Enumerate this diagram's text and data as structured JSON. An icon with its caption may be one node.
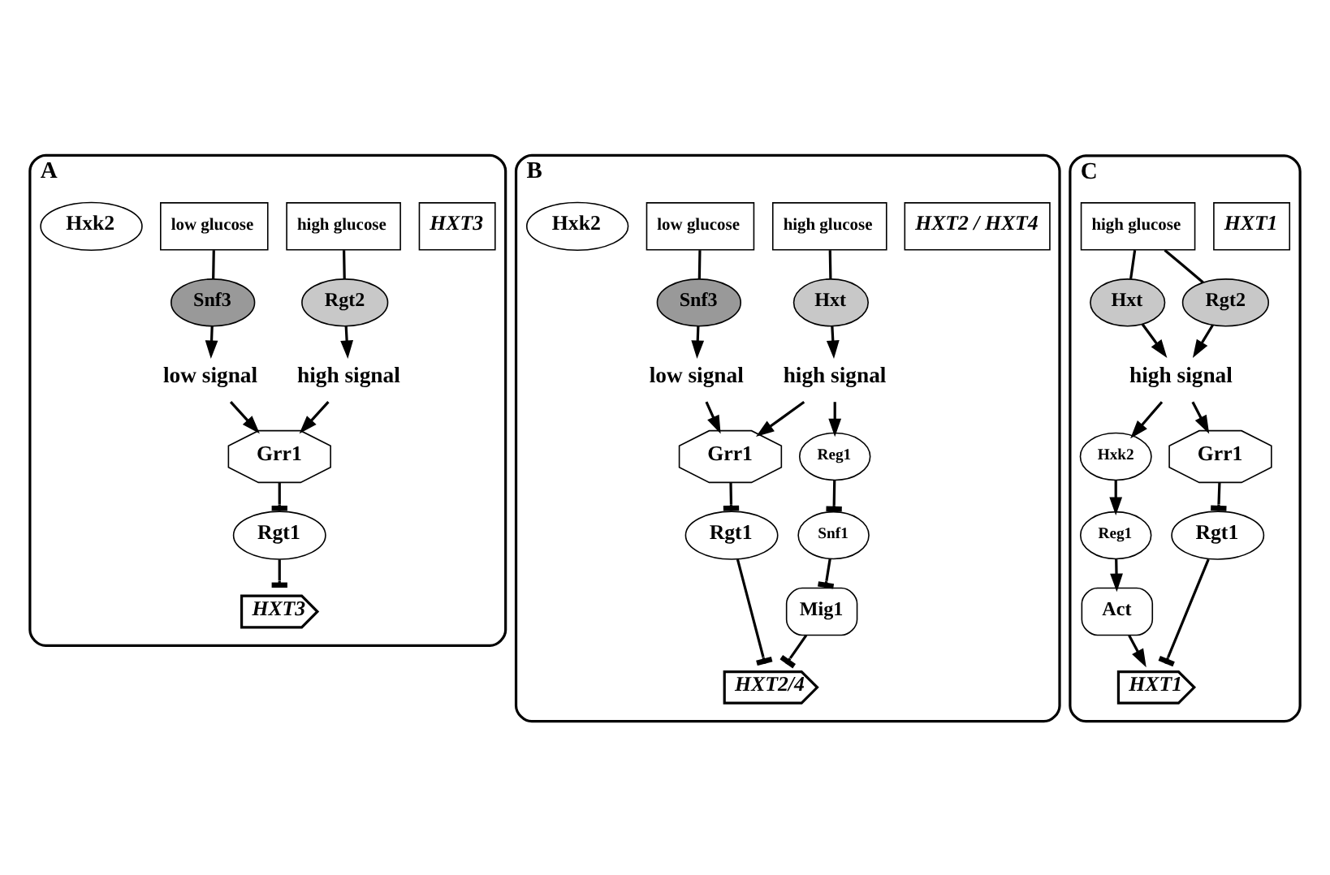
{
  "diagram": {
    "nodes": [
      {
        "text": [
          "A"
        ]
      },
      {
        "text": [
          "HXT3"
        ],
        "in": 0
      },
      {
        "text": [
          "high glucose"
        ],
        "in": 0
      },
      {
        "text": [
          "low glucose"
        ],
        "in": 0
      },
      {
        "text": [
          "Rgt2"
        ],
        "in": 0
      },
      {
        "text": [
          "Snf3"
        ],
        "in": 0
      },
      {
        "text": [
          "Hxk2"
        ],
        "in": 0
      },
      {
        "text": [
          "high signal"
        ],
        "in": 0
      },
      {
        "text": [
          "low signal"
        ],
        "in": 0
      },
      {
        "text": [
          "Grr1"
        ],
        "in": 0
      },
      {
        "text": [
          "Rgt1"
        ],
        "in": 0
      },
      {
        "text": [
          "HXT3"
        ],
        "in": 0
      },
      {
        "text": [
          "B"
        ]
      },
      {
        "text": [
          "HXT2 / HXT4"
        ],
        "in": 12
      },
      {
        "text": [
          "high glucose"
        ],
        "in": 12
      },
      {
        "text": [
          "low glucose"
        ],
        "in": 12
      },
      {
        "text": [
          "Hxt"
        ],
        "in": 12
      },
      {
        "text": [
          "Snf3"
        ],
        "in": 12
      },
      {
        "text": [
          "Hxk2"
        ],
        "in": 12
      },
      {
        "text": [
          "high signal"
        ],
        "in": 12
      },
      {
        "text": [
          "low signal"
        ],
        "in": 12
      },
      {
        "text": [
          "Reg1"
        ],
        "in": 12
      },
      {
        "text": [
          "Grr1"
        ],
        "in": 12
      },
      {
        "text": [
          "Snf1"
        ],
        "in": 12
      },
      {
        "text": [
          "Mig1"
        ],
        "in": 12
      },
      {
        "text": [
          "Rgt1"
        ],
        "in": 12
      },
      {
        "text": [
          "HXT2/4"
        ],
        "in": 12
      },
      {
        "text": [
          "C"
        ]
      },
      {
        "text": [
          "HXT1"
        ],
        "in": 27
      },
      {
        "text": [
          "high glucose"
        ],
        "in": 27
      },
      {
        "text": [
          "Hxt"
        ],
        "in": 27
      },
      {
        "text": [
          "Rgt2"
        ],
        "in": 27
      },
      {
        "text": [
          "high signal"
        ],
        "in": 27
      },
      {
        "text": [
          "Hxk2"
        ],
        "in": 27
      },
      {
        "text": [
          "Grr1"
        ],
        "in": 27
      },
      {
        "text": [
          "Reg1"
        ],
        "in": 27
      },
      {
        "text": [
          "Act"
        ],
        "in": 27
      },
      {
        "text": [
          "Rgt1"
        ],
        "in": 27
      },
      {
        "text": [
          "HXT1"
        ],
        "in": 27
      }
    ],
    "edges": [
      {
        "from": 2,
        "to": 4,
        "arrow": "none"
      },
      {
        "from": 3,
        "to": 5,
        "arrow": "none"
      },
      {
        "from": 4,
        "to": 7,
        "arrow": "to"
      },
      {
        "from": 5,
        "to": 8,
        "arrow": "to"
      },
      {
        "from": 7,
        "to": 9,
        "arrow": "to"
      },
      {
        "from": 8,
        "to": 9,
        "arrow": "to"
      },
      {
        "from": 9,
        "to": 10,
        "arrow": "other"
      },
      {
        "from": 10,
        "to": 11,
        "arrow": "other"
      },
      {
        "from": 14,
        "to": 16,
        "arrow": "none"
      },
      {
        "from": 15,
        "to": 17,
        "arrow": "none"
      },
      {
        "from": 16,
        "to": 19,
        "arrow": "to"
      },
      {
        "from": 17,
        "to": 20,
        "arrow": "to"
      },
      {
        "from": 19,
        "to": 21,
        "arrow": "to"
      },
      {
        "from": 19,
        "to": 22,
        "arrow": "to"
      },
      {
        "from": 20,
        "to": 22,
        "arrow": "to"
      },
      {
        "from": 21,
        "to": 23,
        "arrow": "other"
      },
      {
        "from": 23,
        "to": 24,
        "arrow": "other"
      },
      {
        "from": 22,
        "to": 25,
        "arrow": "other"
      },
      {
        "from": 24,
        "to": 26,
        "arrow": "other"
      },
      {
        "from": 25,
        "to": 26,
        "arrow": "other"
      },
      {
        "from": 29,
        "to": 30,
        "arrow": "none"
      },
      {
        "from": 29,
        "to": 31,
        "arrow": "none"
      },
      {
        "from": 30,
        "to": 32,
        "arrow": "to"
      },
      {
        "from": 31,
        "to": 32,
        "arrow": "to"
      },
      {
        "from": 32,
        "to": 33,
        "arrow": "to"
      },
      {
        "from": 32,
        "to": 34,
        "arrow": "to"
      },
      {
        "from": 33,
        "to": 35,
        "arrow": "to"
      },
      {
        "from": 35,
        "to": 36,
        "arrow": "to"
      },
      {
        "from": 36,
        "to": 38,
        "arrow": "to"
      },
      {
        "from": 34,
        "to": 37,
        "arrow": "other"
      },
      {
        "from": 37,
        "to": 38,
        "arrow": "other"
      }
    ]
  }
}
